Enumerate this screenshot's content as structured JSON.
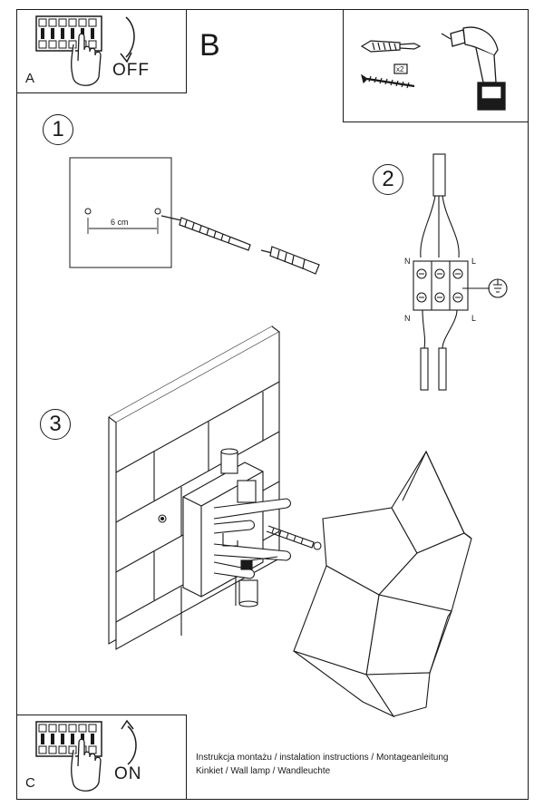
{
  "panel_a": {
    "letter": "A",
    "state": "OFF"
  },
  "panel_b": {
    "letter": "B",
    "multiplier": "x2"
  },
  "steps": [
    {
      "number": "1",
      "measurement": "6 cm"
    },
    {
      "number": "2",
      "terminal_left": "N",
      "terminal_right": "L"
    },
    {
      "number": "3"
    }
  ],
  "panel_c": {
    "letter": "C",
    "state": "ON"
  },
  "footer": {
    "line1": "Instrukcja montażu / instalation instructions / Montageanleitung",
    "line2": "Kinkiet / Wall lamp / Wandleuchte"
  }
}
